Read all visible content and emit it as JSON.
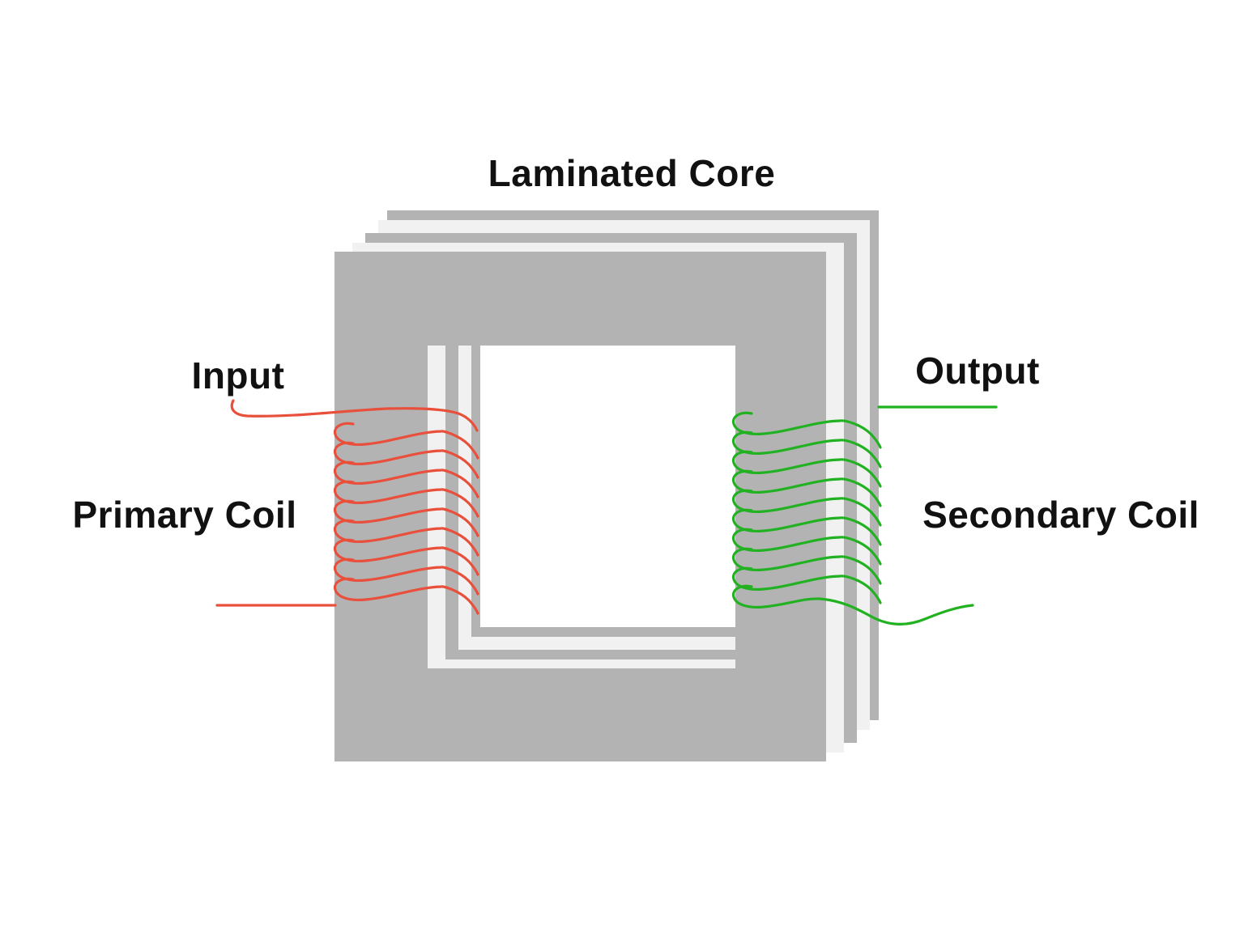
{
  "title": {
    "text": "Laminated Core"
  },
  "labels": {
    "input": "Input",
    "primary_coil": "Primary Coil",
    "output": "Output",
    "secondary_coil": "Secondary Coil"
  },
  "colors": {
    "background": "#ffffff",
    "core_gray": "#b3b3b3",
    "core_light": "#f1f1f1",
    "primary_wire": "#e8503c",
    "secondary_wire": "#21b121",
    "text": "#111111"
  },
  "core": {
    "laminations": 5
  },
  "coils": {
    "primary": {
      "turns": 9,
      "side": "left",
      "lead_in": "Input",
      "wire_color": "#e8503c"
    },
    "secondary": {
      "turns": 10,
      "side": "right",
      "lead_out": "Output",
      "wire_color": "#21b121"
    }
  }
}
